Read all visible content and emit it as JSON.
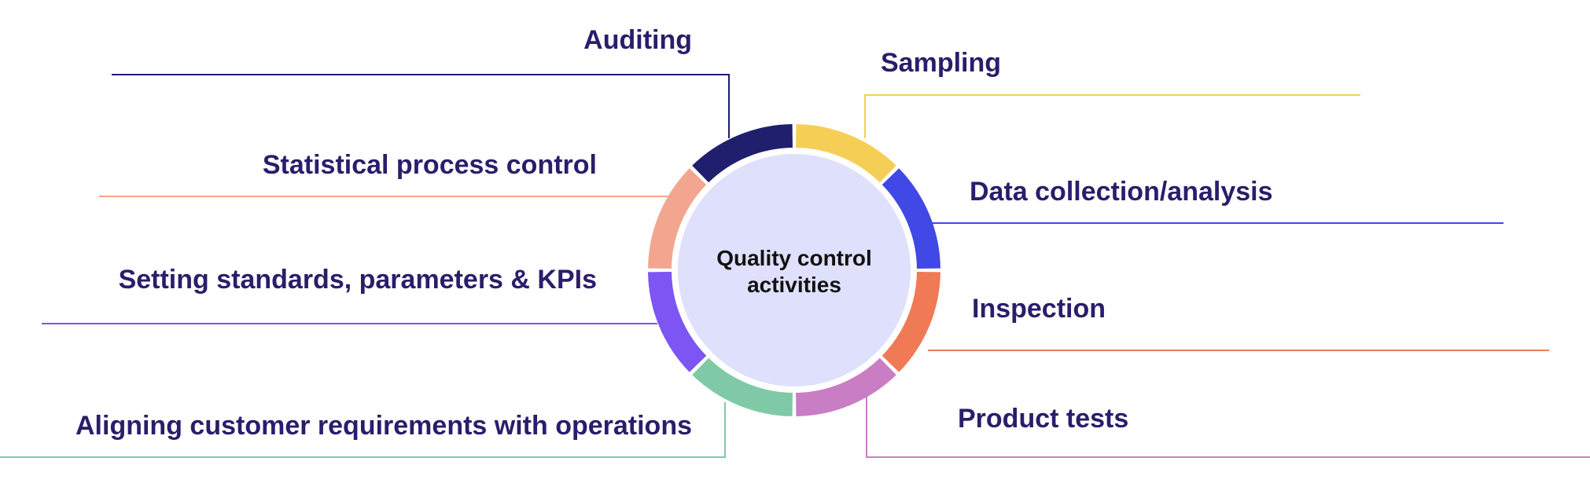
{
  "center": {
    "line1": "Quality control",
    "line2": "activities"
  },
  "activities": [
    {
      "id": "auditing",
      "label": "Auditing",
      "color": "#1f1f6e"
    },
    {
      "id": "sampling",
      "label": "Sampling",
      "color": "#f5cf55"
    },
    {
      "id": "data-collection",
      "label": "Data collection/analysis",
      "color": "#4048e5"
    },
    {
      "id": "inspection",
      "label": "Inspection",
      "color": "#ef7a55"
    },
    {
      "id": "product-tests",
      "label": "Product tests",
      "color": "#c97ec4"
    },
    {
      "id": "aligning",
      "label": "Aligning customer requirements with operations",
      "color": "#80c9a7"
    },
    {
      "id": "setting-standards",
      "label": "Setting standards, parameters & KPIs",
      "color": "#7c55f2"
    },
    {
      "id": "spc",
      "label": "Statistical process control",
      "color": "#f2a690"
    }
  ],
  "colors": {
    "label_text": "#2b1d6b",
    "center_fill": "#dfe0fb",
    "center_text": "#111111"
  }
}
